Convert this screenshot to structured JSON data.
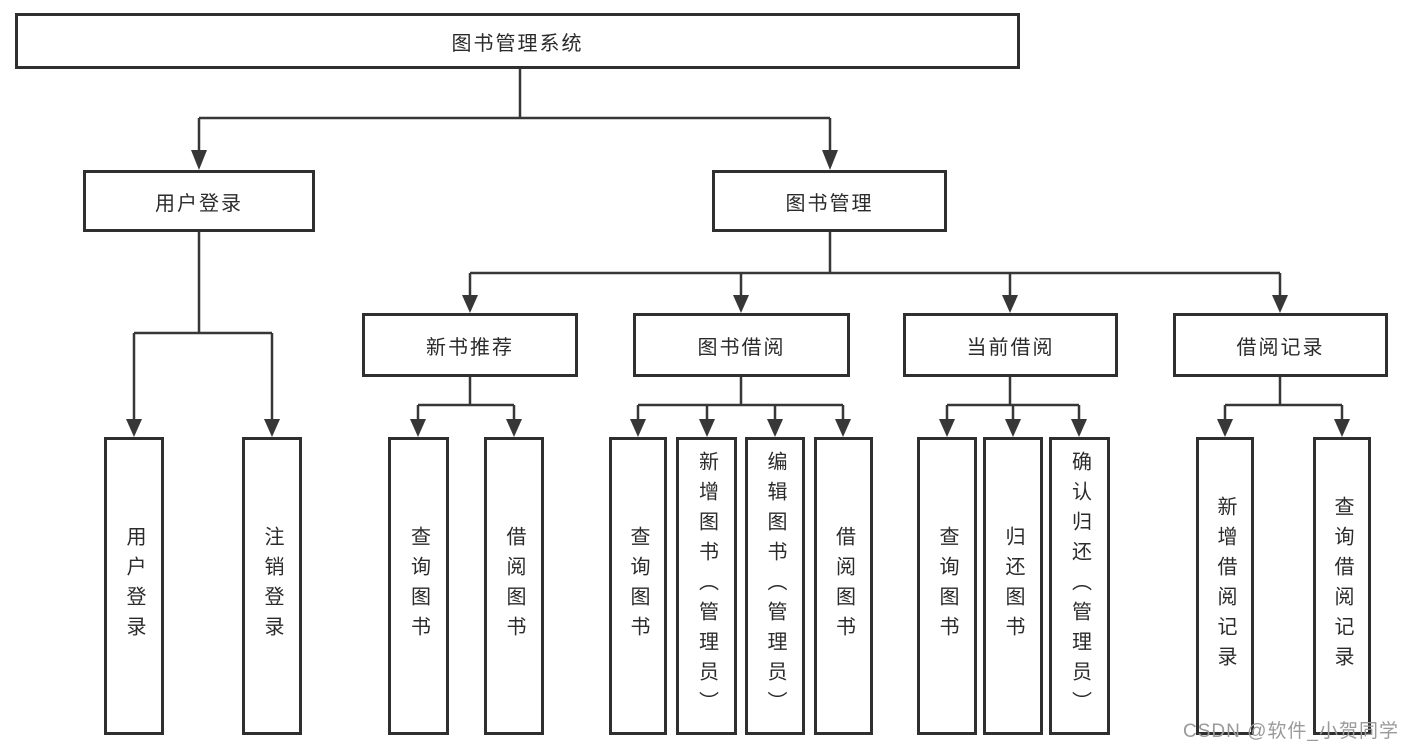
{
  "tree": {
    "label": "图书管理系统",
    "children": [
      {
        "label": "用户登录",
        "children": [
          {
            "label": "用户登录"
          },
          {
            "label": "注销登录"
          }
        ]
      },
      {
        "label": "图书管理",
        "children": [
          {
            "label": "新书推荐",
            "children": [
              {
                "label": "查询图书"
              },
              {
                "label": "借阅图书"
              }
            ]
          },
          {
            "label": "图书借阅",
            "children": [
              {
                "label": "查询图书"
              },
              {
                "label": "新增图书（管理员）"
              },
              {
                "label": "编辑图书（管理员）"
              },
              {
                "label": "借阅图书"
              }
            ]
          },
          {
            "label": "当前借阅",
            "children": [
              {
                "label": "查询图书"
              },
              {
                "label": "归还图书"
              },
              {
                "label": "确认归还（管理员）"
              }
            ]
          },
          {
            "label": "借阅记录",
            "children": [
              {
                "label": "新增借阅记录"
              },
              {
                "label": "查询借阅记录"
              }
            ]
          }
        ]
      }
    ]
  },
  "watermark": {
    "text": "CSDN @软件_小贺同学"
  },
  "colors": {
    "line": "#373737",
    "box_border": "#2f2f2f",
    "text": "#2b2b2b",
    "watermark": "#9a9a9a",
    "background": "#ffffff"
  }
}
